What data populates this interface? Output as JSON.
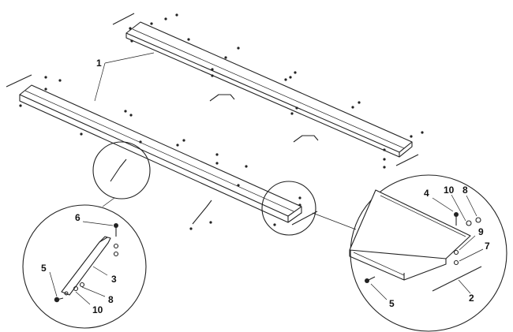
{
  "colors": {
    "line": "#222222",
    "background": "#ffffff"
  },
  "callouts": [
    {
      "id": "c1",
      "text": "1"
    },
    {
      "id": "c6",
      "text": "6"
    },
    {
      "id": "c3",
      "text": "3"
    },
    {
      "id": "c5a",
      "text": "5"
    },
    {
      "id": "c8a",
      "text": "8"
    },
    {
      "id": "c10a",
      "text": "10"
    },
    {
      "id": "c4",
      "text": "4"
    },
    {
      "id": "c10b",
      "text": "10"
    },
    {
      "id": "c8b",
      "text": "8"
    },
    {
      "id": "c9",
      "text": "9"
    },
    {
      "id": "c7",
      "text": "7"
    },
    {
      "id": "c2",
      "text": "2"
    },
    {
      "id": "c5b",
      "text": "5"
    }
  ]
}
